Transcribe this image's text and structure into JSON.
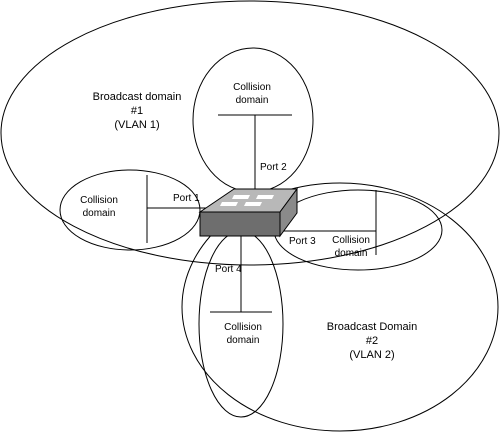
{
  "broadcast_domain_1": {
    "line1": "Broadcast domain",
    "line2": "#1",
    "line3": "(VLAN 1)"
  },
  "broadcast_domain_2": {
    "line1": "Broadcast Domain",
    "line2": "#2",
    "line3": "(VLAN 2)"
  },
  "collision_domains": [
    {
      "line1": "Collision",
      "line2": "domain"
    },
    {
      "line1": "Collision",
      "line2": "domain"
    },
    {
      "line1": "Collision",
      "line2": "domain"
    },
    {
      "line1": "Collision",
      "line2": "domain"
    }
  ],
  "ports": {
    "port1": "Port 1",
    "port2": "Port 2",
    "port3": "Port 3",
    "port4": "Port 4"
  },
  "colors": {
    "switch_top": "#b8b8b8",
    "switch_front": "#6e6e6e",
    "switch_side": "#8a8a8a",
    "arrow": "#ffffff"
  },
  "icons": {
    "switch": "network-switch-icon"
  }
}
